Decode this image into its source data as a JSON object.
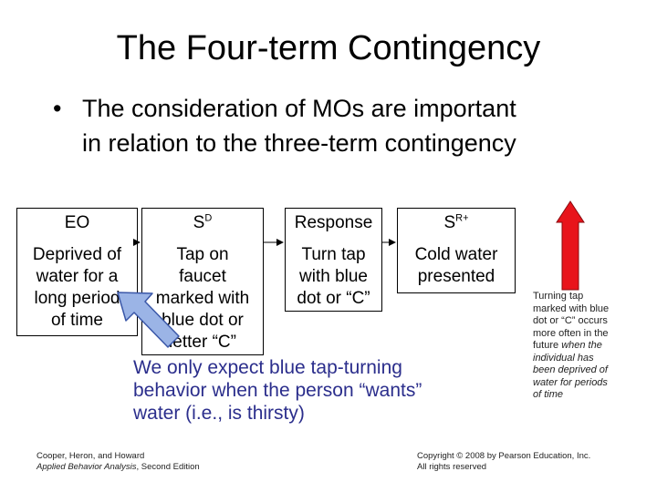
{
  "slide": {
    "title": "The Four-term Contingency",
    "bullet_symbol": "•",
    "bullet_line1": "The consideration of MOs are important",
    "bullet_line2": "in relation to the three-term contingency"
  },
  "terms": [
    {
      "head": "EO",
      "lines": [
        "Deprived of",
        "water for a",
        "long period",
        "of time"
      ]
    },
    {
      "head": "S",
      "head_sup": "D",
      "lines": [
        "Tap on",
        "faucet",
        "marked with",
        "blue dot or",
        "letter “C”"
      ]
    },
    {
      "head": "Response",
      "lines": [
        "Turn tap",
        "with blue",
        "dot or “C”"
      ]
    },
    {
      "head": "S",
      "head_sup": "R+",
      "lines": [
        "Cold water",
        "presented"
      ]
    }
  ],
  "note": {
    "line1": "We only expect blue tap-turning",
    "line2": "behavior when the person “wants”",
    "line3": "water (i.e., is thirsty)"
  },
  "side_note": {
    "line1": "Turning tap",
    "line2": "marked with blue",
    "line3": "dot or “C” occurs",
    "line4": "more often in the",
    "line5_a": "future ",
    "line5_b": "when the",
    "line6": "individual has",
    "line7": "been deprived of",
    "line8": "water for periods",
    "line9": "of time"
  },
  "footer": {
    "left_line1": "Cooper, Heron, and Howard",
    "left_line2_title": "Applied Behavior Analysis",
    "left_line2_rest": ", Second Edition",
    "right_line1": "Copyright © 2008 by Pearson Education, Inc.",
    "right_line2": "All rights reserved"
  },
  "colors": {
    "note_text": "#2b2e8c",
    "up_arrow_fill": "#e8141b",
    "diagonal_arrow_fill": "#9bb4e6",
    "diagonal_arrow_stroke": "#3a57a8"
  }
}
